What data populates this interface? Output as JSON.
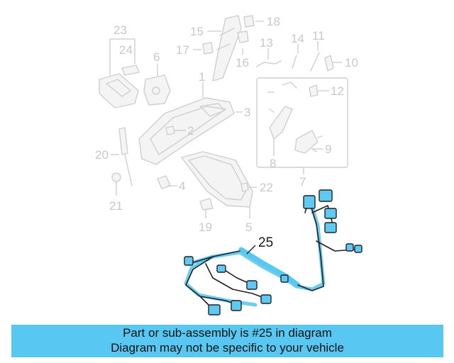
{
  "callouts": {
    "c1": "1",
    "c2": "2",
    "c3": "3",
    "c4": "4",
    "c5": "5",
    "c6": "6",
    "c7": "7",
    "c8": "8",
    "c9": "9",
    "c10": "10",
    "c11": "11",
    "c12": "12",
    "c13": "13",
    "c14": "14",
    "c15": "15",
    "c16": "16",
    "c17": "17",
    "c18": "18",
    "c19": "19",
    "c20": "20",
    "c21": "21",
    "c22": "22",
    "c23": "23",
    "c24": "24",
    "c25": "25"
  },
  "highlighted_part": "25",
  "colors": {
    "highlight": "#58c8f2",
    "ghost_lines": "#cfcfcf",
    "banner_bg": "#58c8f2"
  },
  "banner": {
    "line1": "Part or sub-assembly is #25 in diagram",
    "line2": "Diagram may not be specific to your vehicle"
  }
}
